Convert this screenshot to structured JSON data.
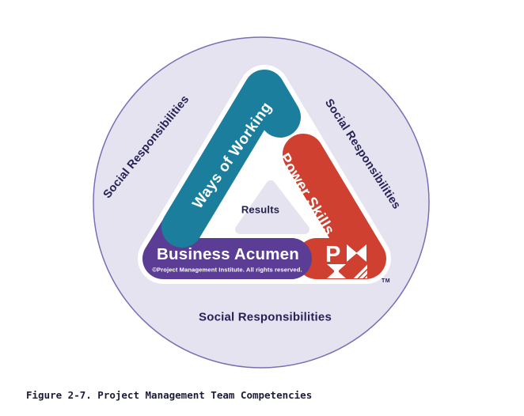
{
  "figure": {
    "caption": "Figure 2-7. Project Management Team Competencies"
  },
  "diagram": {
    "type": "pmi-talent-triangle",
    "outer_circle_labels": {
      "left": "Social Responsibilities",
      "right": "Social Responsibilities",
      "bottom": "Social Responsibilities"
    },
    "center_label": "Results",
    "sides": [
      {
        "id": "ways-of-working",
        "label": "Ways of Working",
        "color": "#1b7e9d",
        "position": "left-leg"
      },
      {
        "id": "power-skills",
        "label": "Power Skills",
        "color": "#d04030",
        "position": "right-leg"
      },
      {
        "id": "business-acumen",
        "label": "Business Acumen",
        "color": "#5b3d95",
        "position": "bottom"
      }
    ],
    "copyright_note": "©Project Management Institute. All rights reserved.",
    "pmi_logo": {
      "letter_p": "P"
    },
    "trademark": "TM",
    "colors": {
      "circle_fill": "#e5e3f0",
      "circle_border": "#7c6db4",
      "triangle_outline": "#ffffff",
      "logo_fill": "#ffffff",
      "label_text": "#262256"
    }
  }
}
